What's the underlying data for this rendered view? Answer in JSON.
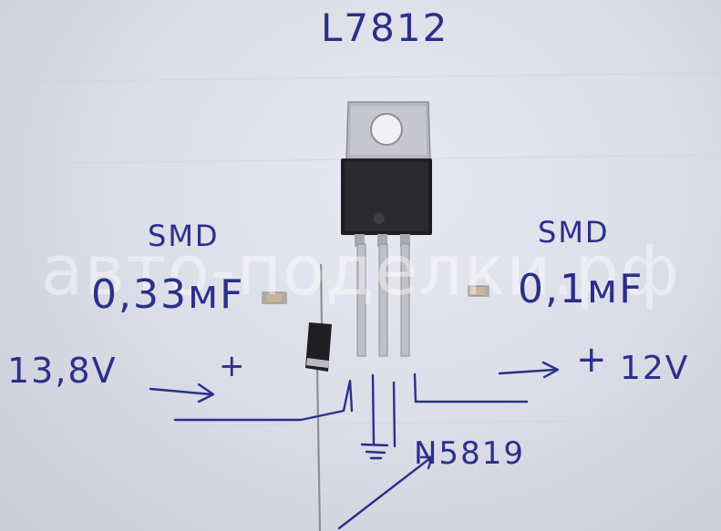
{
  "photo": {
    "title_label": "L7812",
    "watermark": "авто-поделки.рф",
    "input_side": {
      "type": "SMD",
      "capacitance": "0,33мF",
      "voltage": "13,8V",
      "polarity": "+"
    },
    "output_side": {
      "type": "SMD",
      "capacitance": "0,1мF",
      "voltage": "12V",
      "polarity": "+"
    },
    "diode_label": "N5819",
    "ink_color": "#2c2f8a"
  }
}
